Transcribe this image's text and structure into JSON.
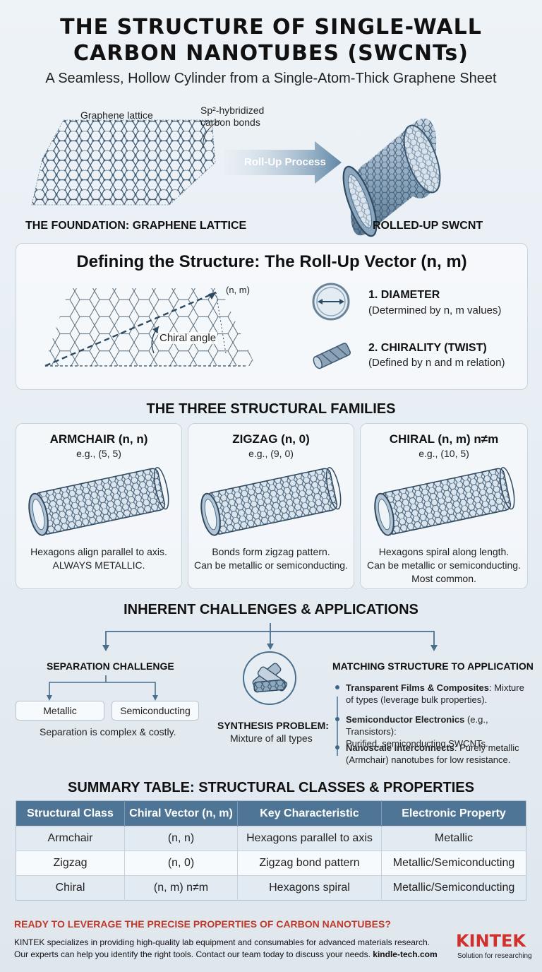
{
  "header": {
    "title_line1": "THE STRUCTURE OF SINGLE-WALL",
    "title_line2": "CARBON NANOTUBES (SWCNTs)",
    "subtitle": "A Seamless, Hollow Cylinder from a Single-Atom-Thick Graphene Sheet"
  },
  "top": {
    "lattice_label": "Graphene lattice",
    "bond_label_line1": "Sp²-hybridized",
    "bond_label_line2": "carbon bonds",
    "arrow_label": "Roll-Up Process",
    "left_caption": "THE FOUNDATION: GRAPHENE LATTICE",
    "right_caption": "ROLLED-UP SWCNT"
  },
  "vector_panel": {
    "title": "Defining the Structure: The Roll-Up Vector (n, m)",
    "vector_label": "(n, m)",
    "angle_label": "Chiral angle",
    "diameter_title": "1. DIAMETER",
    "diameter_desc": "(Determined by n, m values)",
    "chirality_title": "2. CHIRALITY (TWIST)",
    "chirality_desc": "(Defined by n and m relation)"
  },
  "families": {
    "heading": "THE THREE STRUCTURAL FAMILIES",
    "items": [
      {
        "title": "ARMCHAIR (n, n)",
        "example": "e.g., (5, 5)",
        "desc_line1": "Hexagons align parallel to axis.",
        "desc_line2": "ALWAYS METALLIC.",
        "desc_line3": ""
      },
      {
        "title": "ZIGZAG (n, 0)",
        "example": "e.g., (9, 0)",
        "desc_line1": "Bonds form zigzag pattern.",
        "desc_line2": "Can be metallic or semiconducting.",
        "desc_line3": ""
      },
      {
        "title": "CHIRAL (n, m) n≠m",
        "example": "e.g., (10, 5)",
        "desc_line1": "Hexagons spiral along length.",
        "desc_line2": "Can be metallic or semiconducting.",
        "desc_line3": "Most common."
      }
    ]
  },
  "challenges": {
    "heading": "INHERENT CHALLENGES & APPLICATIONS",
    "separation_title": "SEPARATION CHALLENGE",
    "metallic_label": "Metallic",
    "semiconducting_label": "Semiconducting",
    "separation_note": "Separation is complex & costly.",
    "synthesis_title": "SYNTHESIS PROBLEM:",
    "synthesis_desc": "Mixture of all types",
    "matching_title": "MATCHING STRUCTURE TO APPLICATION",
    "apps": [
      {
        "bold": "Transparent Films & Composites",
        "line1_rest": ": Mixture",
        "line2": "of types (leverage bulk properties)."
      },
      {
        "bold": "Semiconductor Electronics",
        "line1_rest": " (e.g., Transistors):",
        "line2": "Purified, semiconducting SWCNTs."
      },
      {
        "bold": "Nanoscale Interconnects",
        "line1_rest": ": Purely metallic",
        "line2": "(Armchair) nanotubes for low resistance."
      }
    ]
  },
  "summary": {
    "heading": "SUMMARY TABLE: STRUCTURAL CLASSES & PROPERTIES",
    "columns": [
      "Structural Class",
      "Chiral Vector (n, m)",
      "Key Characteristic",
      "Electronic Property"
    ],
    "rows": [
      [
        "Armchair",
        "(n, n)",
        "Hexagons parallel to axis",
        "Metallic"
      ],
      [
        "Zigzag",
        "(n, 0)",
        "Zigzag bond pattern",
        "Metallic/Semiconducting"
      ],
      [
        "Chiral",
        "(n, m) n≠m",
        "Hexagons spiral",
        "Metallic/Semiconducting"
      ]
    ]
  },
  "cta": {
    "heading": "READY TO LEVERAGE THE PRECISE PROPERTIES OF CARBON NANOTUBES?",
    "line1": "KINTEK specializes in providing high-quality lab equipment and consumables for advanced materials research.",
    "line2": "Our experts can help you identify the right tools. Contact our team today to discuss your needs.",
    "site": "kindle-tech.com",
    "logo": "KINTEK",
    "tagline": "Solution for researching"
  },
  "colors": {
    "accent": "#4e7595",
    "cta_red": "#c0392b",
    "logo_red": "#d0312d",
    "tube": "#4a6f8c"
  },
  "icons": [
    "diameter-icon",
    "chirality-icon",
    "synthesis-tubes-icon",
    "roll-up-arrow-icon"
  ]
}
